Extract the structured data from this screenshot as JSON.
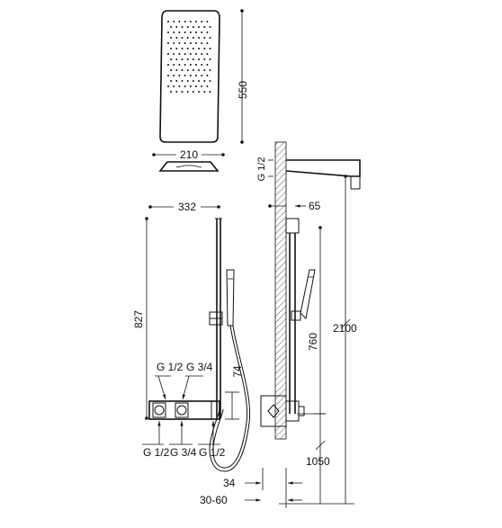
{
  "dimensions": {
    "head_height": "550",
    "head_width": "210",
    "head_depth": "332",
    "arm_projection": "65",
    "total_height": "2100",
    "bar_height": "760",
    "panel_height": "827",
    "inlet_spacing": "74",
    "bottom_height": "1050",
    "recess_depth": "34",
    "recess_range": "30-60"
  },
  "threads": {
    "wall_inlet": "G 1/2",
    "panel_top_left": "G 1/2",
    "panel_top_right": "G 3/4",
    "panel_bottom_1": "G 1/2",
    "panel_bottom_2": "G 3/4",
    "panel_bottom_3": "G 1/2"
  }
}
